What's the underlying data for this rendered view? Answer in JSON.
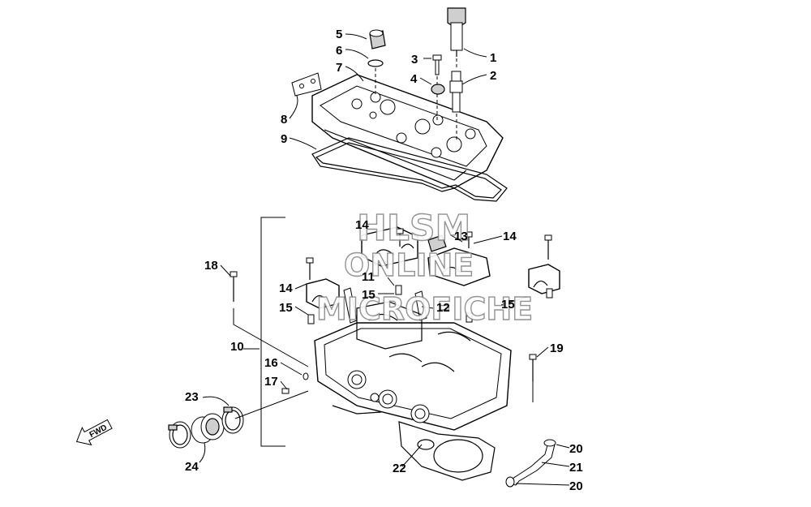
{
  "watermark": {
    "line1": "HLSM",
    "line2": "ONLINE",
    "line3": "MICROFICHE"
  },
  "direction_arrow": {
    "label": "FWD"
  },
  "callouts": [
    {
      "id": "c1",
      "label": "1"
    },
    {
      "id": "c2",
      "label": "2"
    },
    {
      "id": "c3",
      "label": "3"
    },
    {
      "id": "c4",
      "label": "4"
    },
    {
      "id": "c5",
      "label": "5"
    },
    {
      "id": "c6",
      "label": "6"
    },
    {
      "id": "c7",
      "label": "7"
    },
    {
      "id": "c8",
      "label": "8"
    },
    {
      "id": "c9",
      "label": "9"
    },
    {
      "id": "c10",
      "label": "10"
    },
    {
      "id": "c11",
      "label": "11"
    },
    {
      "id": "c12",
      "label": "12"
    },
    {
      "id": "c13",
      "label": "13"
    },
    {
      "id": "c14a",
      "label": "14"
    },
    {
      "id": "c14b",
      "label": "14"
    },
    {
      "id": "c14c",
      "label": "14"
    },
    {
      "id": "c15a",
      "label": "15"
    },
    {
      "id": "c15b",
      "label": "15"
    },
    {
      "id": "c15c",
      "label": "15"
    },
    {
      "id": "c16",
      "label": "16"
    },
    {
      "id": "c17",
      "label": "17"
    },
    {
      "id": "c18",
      "label": "18"
    },
    {
      "id": "c19",
      "label": "19"
    },
    {
      "id": "c20a",
      "label": "20"
    },
    {
      "id": "c20b",
      "label": "20"
    },
    {
      "id": "c21",
      "label": "21"
    },
    {
      "id": "c22",
      "label": "22"
    },
    {
      "id": "c23",
      "label": "23"
    },
    {
      "id": "c24",
      "label": "24"
    }
  ]
}
